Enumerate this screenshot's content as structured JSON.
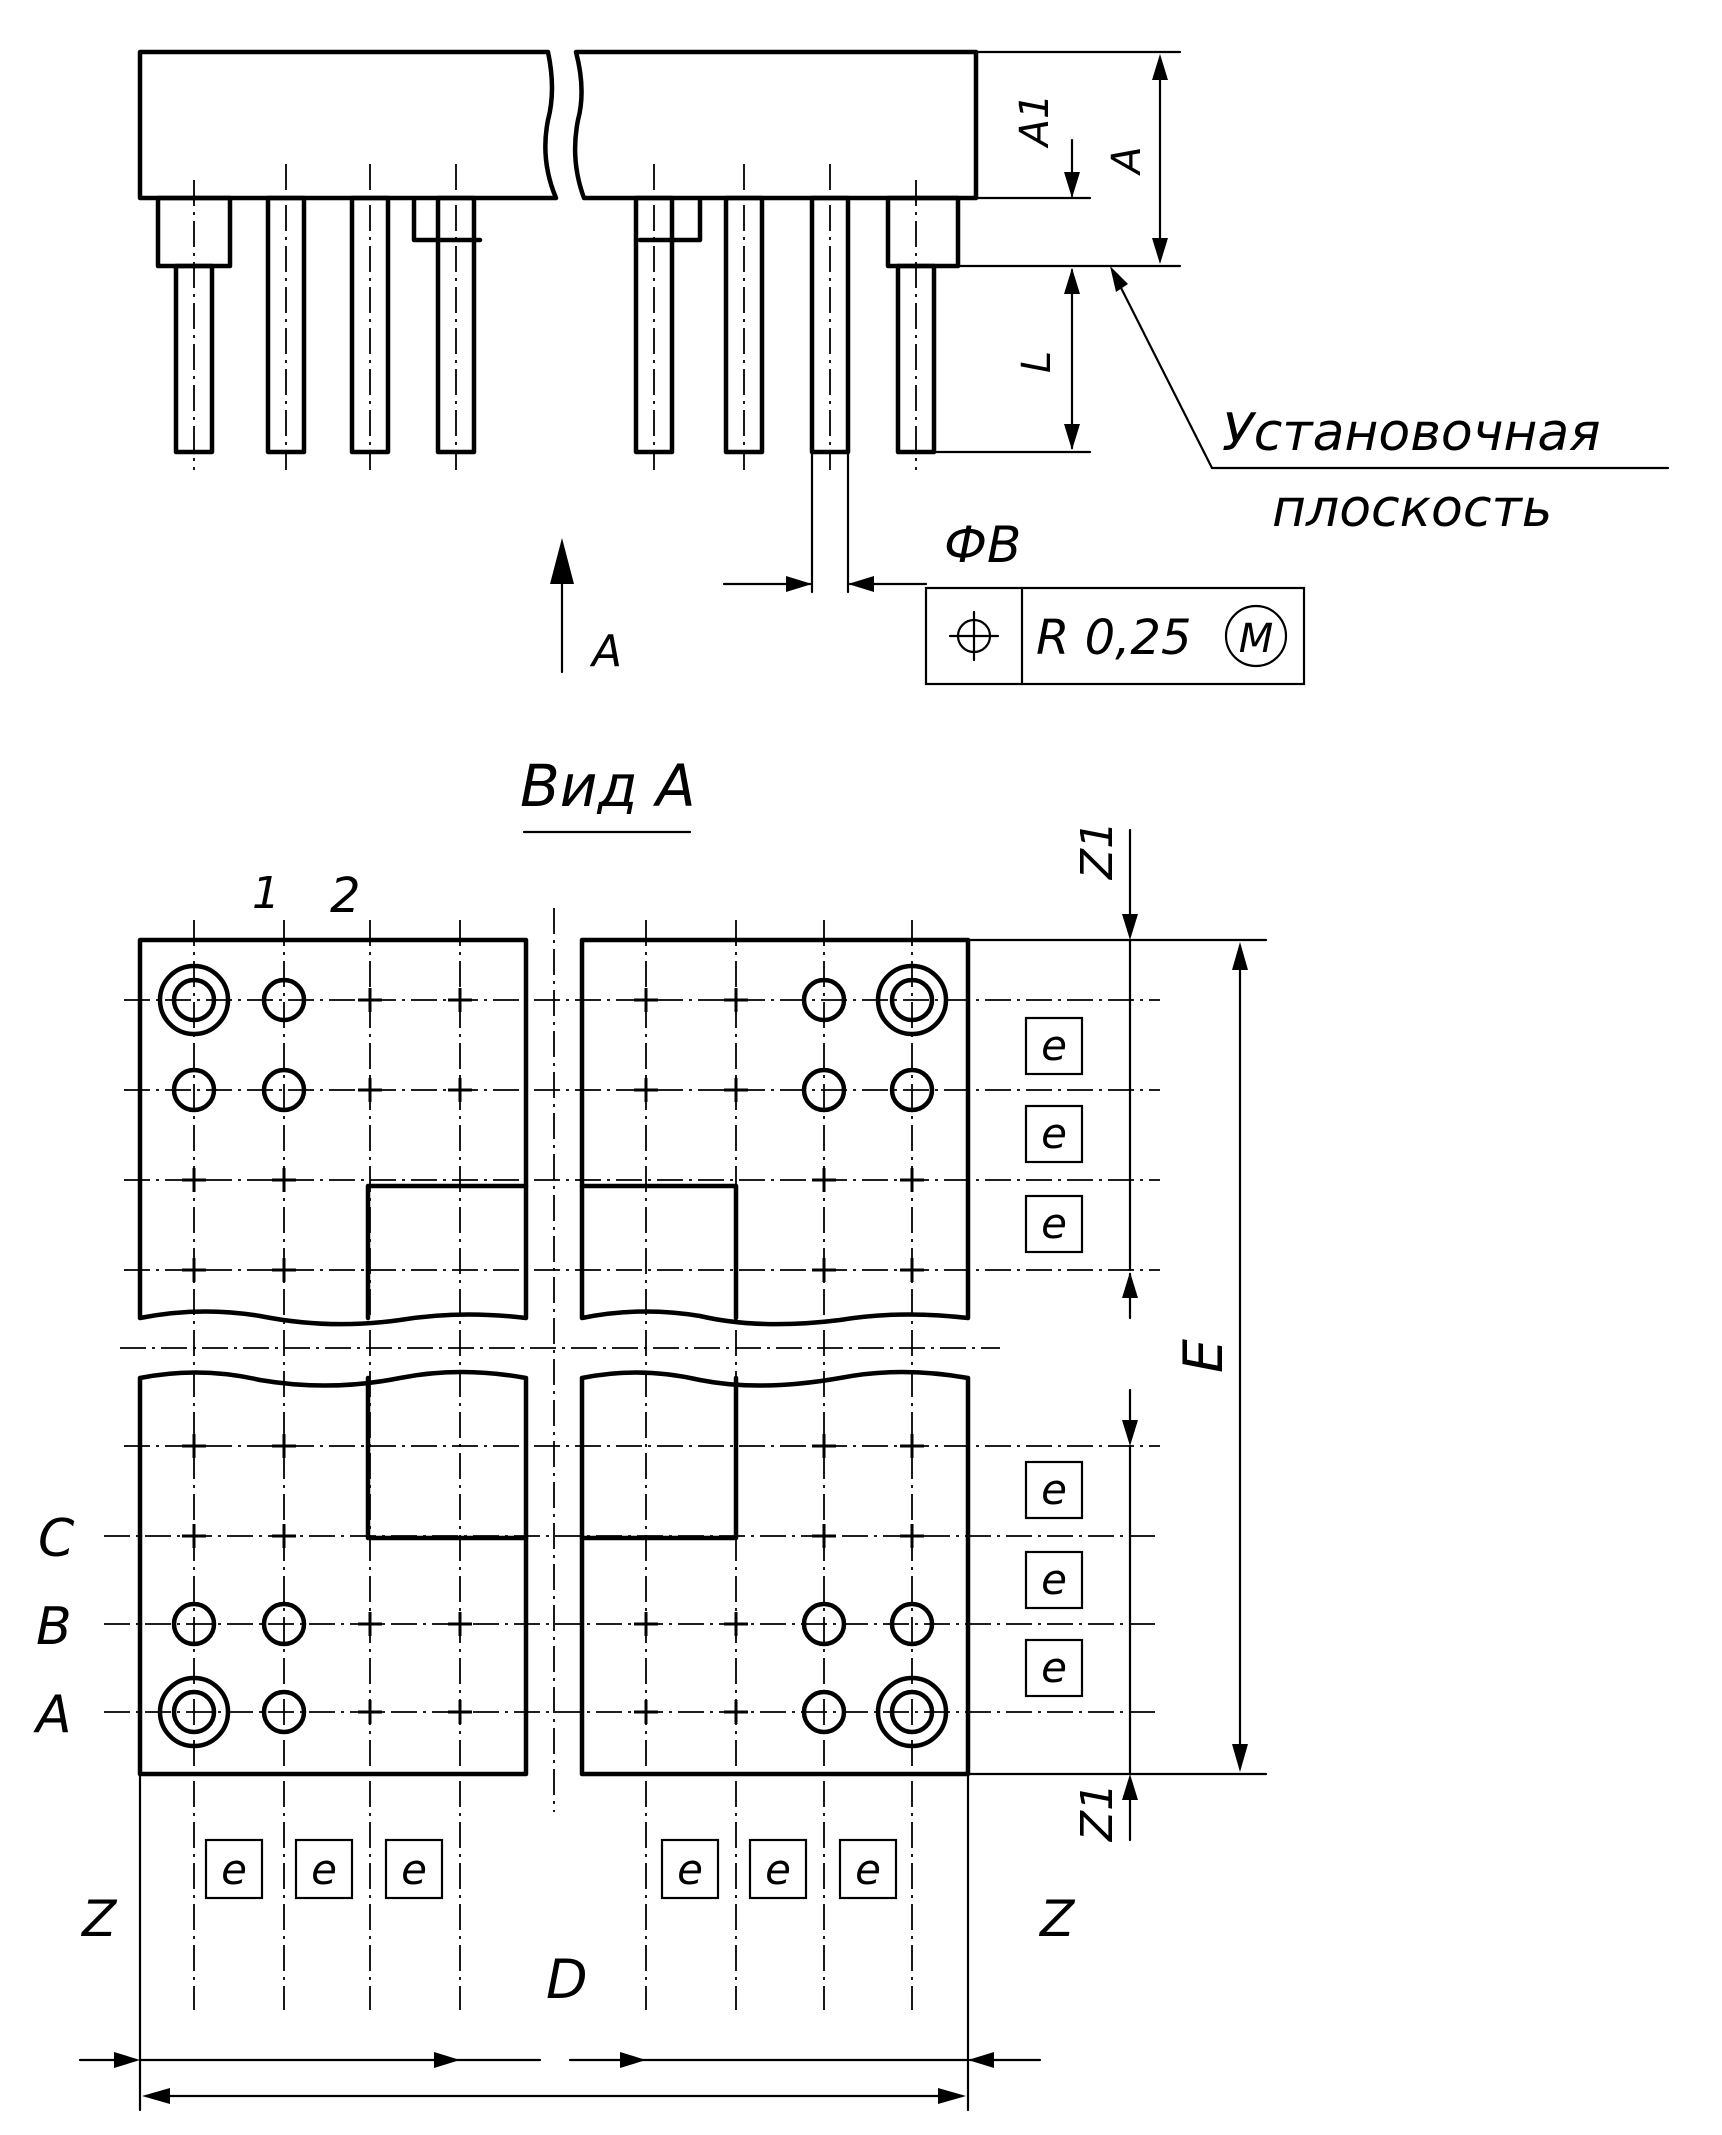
{
  "labels": {
    "dim_a1": "A1",
    "dim_a": "A",
    "dim_l": "L",
    "mounting_plane_1": "Установочная",
    "mounting_plane_2": "плоскость",
    "dim_phi_b": "ФВ",
    "view_arrow": "A",
    "view_title": "Вид A",
    "tol_value": "R 0,25",
    "tol_modifier": "M",
    "col_1": "1",
    "col_2": "2",
    "row_c": "C",
    "row_b": "B",
    "row_a": "A",
    "dim_z": "Z",
    "dim_z1": "Z1",
    "dim_e_upper": "E",
    "dim_d": "D",
    "pitch_e": "e"
  },
  "icons": {
    "position_tolerance": "position-symbol-icon",
    "modifier": "circled-m-icon"
  }
}
